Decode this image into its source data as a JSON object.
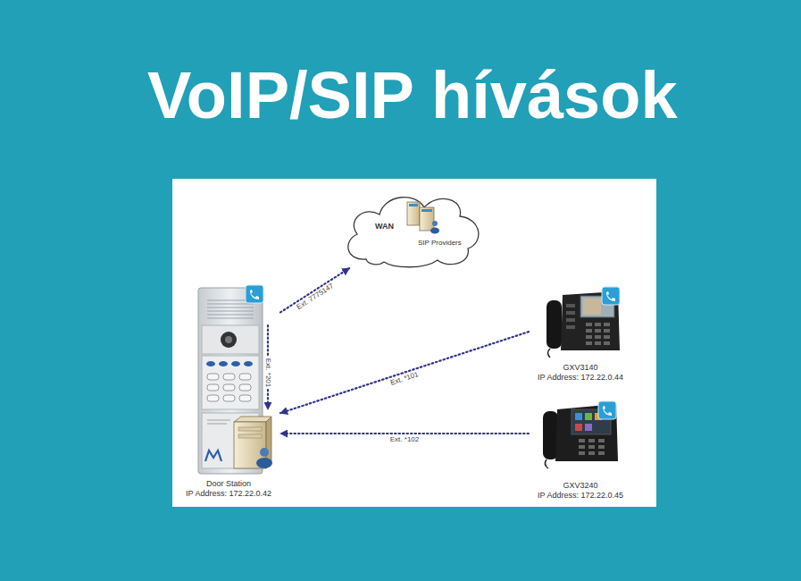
{
  "diagram": {
    "title": "VoIP/SIP hívások",
    "nodes": [
      {
        "text": [
          "WAN",
          "SIP Providers"
        ]
      },
      {
        "text": [
          "Door Station",
          "IP Address: 172.22.0.42"
        ]
      },
      {
        "text": [
          "GXV3140",
          "IP Address: 172.22.0.44"
        ]
      },
      {
        "text": [
          "GXV3240",
          "IP Address: 172.22.0.45"
        ]
      }
    ],
    "edges": [
      {
        "from": 1,
        "to": 0,
        "arrow": "to",
        "label": "Ext. 7775147"
      },
      {
        "from": 2,
        "to": 1,
        "arrow": "to",
        "label": "Ext. *101"
      },
      {
        "from": 3,
        "to": 1,
        "arrow": "to",
        "label": "Ext. *102"
      }
    ],
    "labels": [
      "Ext. *201"
    ]
  }
}
